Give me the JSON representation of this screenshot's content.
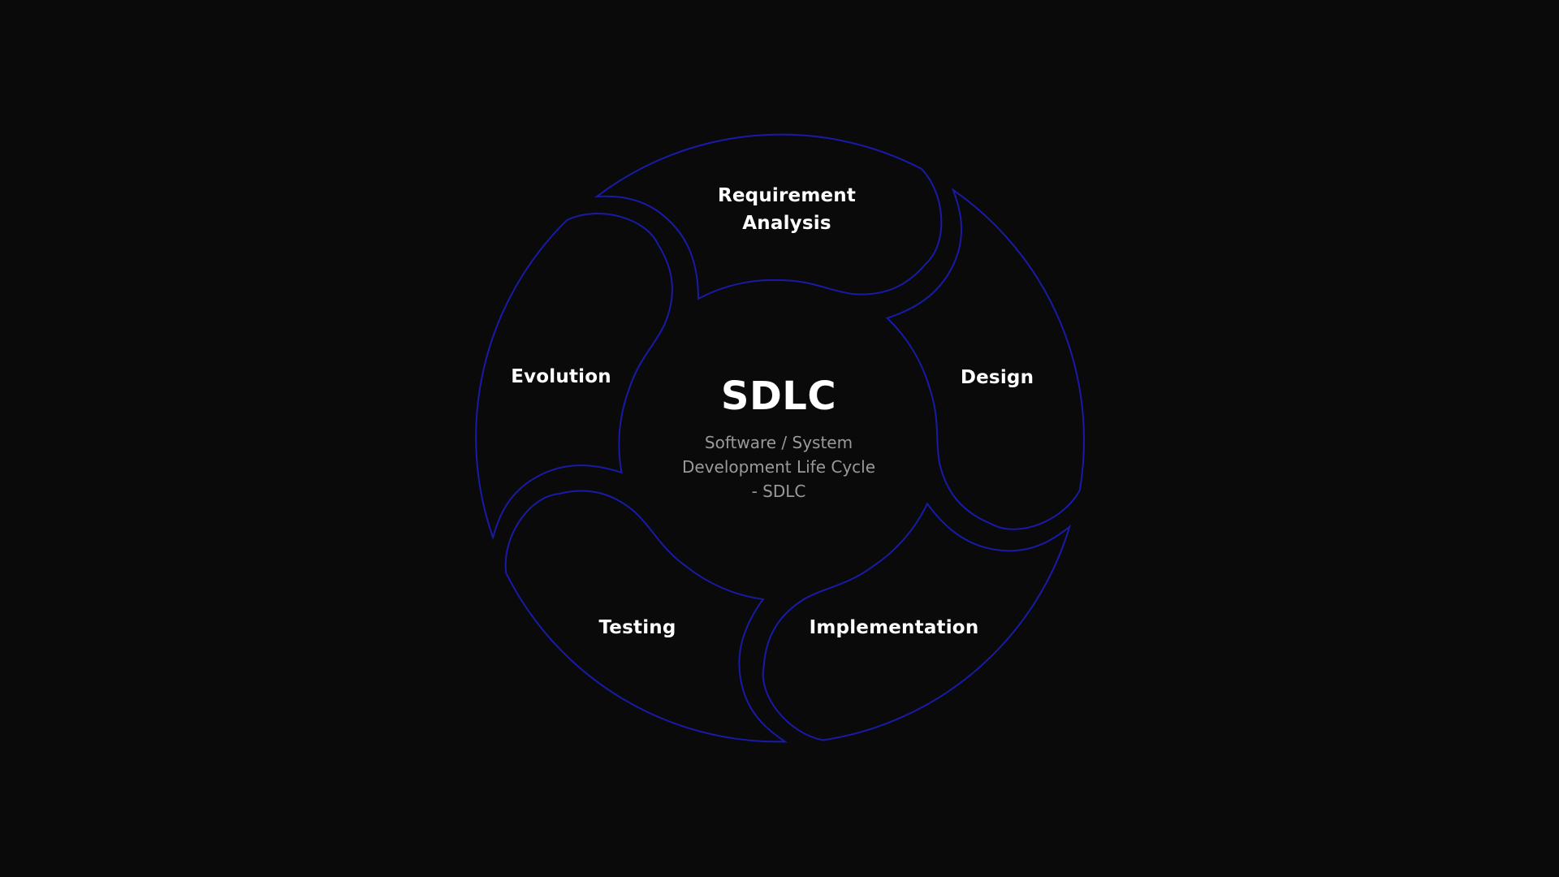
{
  "diagram": {
    "title": "SDLC",
    "subtitle_lines": [
      "Software / System",
      "Development Life Cycle",
      "- SDLC"
    ],
    "stroke_color": "#1a1aa8",
    "background": "#0a0a0b",
    "stages": [
      {
        "label_lines": [
          "Requirement",
          "Analysis"
        ]
      },
      {
        "label_lines": [
          "Design"
        ]
      },
      {
        "label_lines": [
          "Implementation"
        ]
      },
      {
        "label_lines": [
          "Testing"
        ]
      },
      {
        "label_lines": [
          "Evolution"
        ]
      }
    ]
  }
}
